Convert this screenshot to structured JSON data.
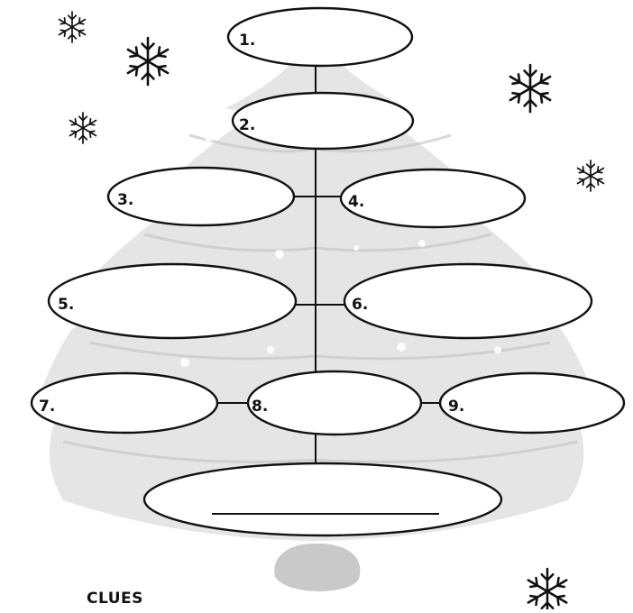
{
  "worksheet": {
    "nodes": [
      {
        "label": "1."
      },
      {
        "label": "2."
      },
      {
        "label": "3."
      },
      {
        "label": "4."
      },
      {
        "label": "5."
      },
      {
        "label": "6."
      },
      {
        "label": "7."
      },
      {
        "label": "8."
      },
      {
        "label": "9."
      },
      {
        "label": ""
      }
    ],
    "clues_heading": "CLUES"
  },
  "icons": [
    "snowflake-icon",
    "christmas-tree-background"
  ],
  "colors": {
    "outline": "#111111",
    "tree": "#d9d9d9",
    "trunk": "#c4c4c4"
  }
}
